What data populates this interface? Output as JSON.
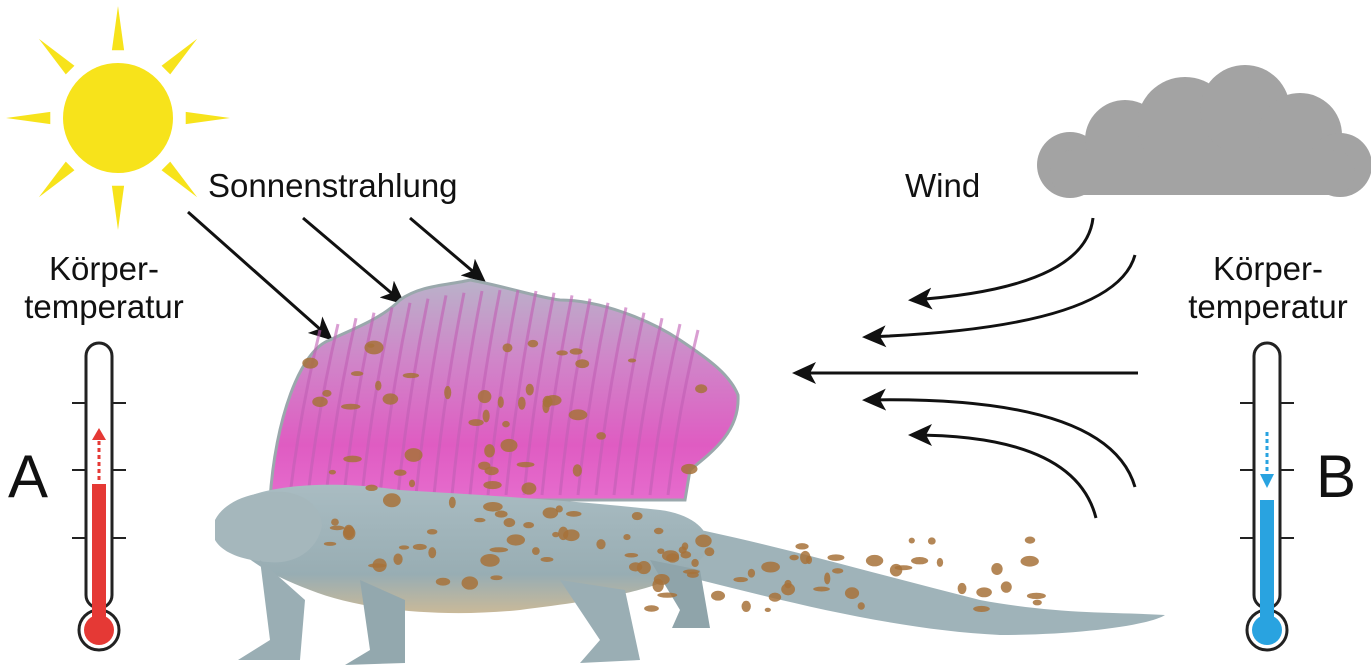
{
  "labels": {
    "radiation": "Sonnenstrahlung",
    "wind": "Wind",
    "body_temp_a_line1": "Körper-",
    "body_temp_a_line2": "temperatur",
    "body_temp_b_line1": "Körper-",
    "body_temp_b_line2": "temperatur",
    "panel_a": "A",
    "panel_b": "B"
  },
  "thermometers": {
    "a": {
      "direction": "rising",
      "fill_level": 0.55,
      "color": "#e53935",
      "arrow_color": "#e53935"
    },
    "b": {
      "direction": "falling",
      "fill_level": 0.42,
      "color": "#29a3e0",
      "arrow_color": "#29a3e0"
    }
  },
  "colors": {
    "sun": "#f7e31b",
    "cloud": "#a3a3a3",
    "sail_pink": "#d65fbd",
    "body": "#9fb3b9",
    "spots": "#a7723a",
    "arrows": "#111111"
  },
  "icons": [
    "sun-icon",
    "cloud-icon",
    "dimetrodon-illustration",
    "thermometer-icon"
  ]
}
